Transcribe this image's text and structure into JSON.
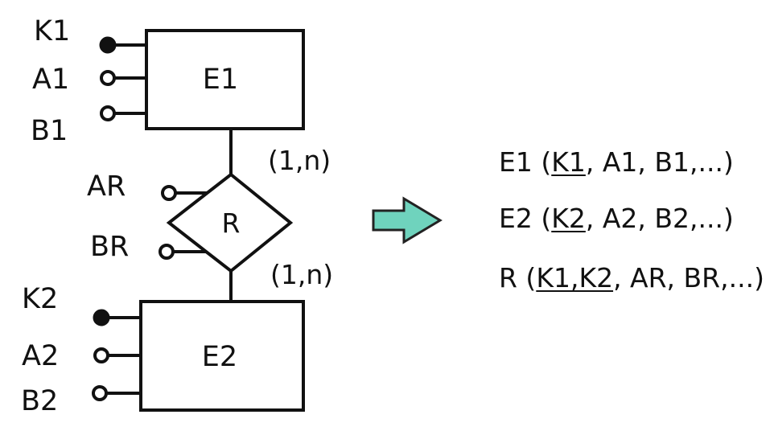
{
  "diagram": {
    "entities": [
      {
        "name": "E1",
        "attributes": [
          {
            "label": "K1",
            "key": true
          },
          {
            "label": "A1",
            "key": false
          },
          {
            "label": "B1",
            "key": false
          }
        ]
      },
      {
        "name": "E2",
        "attributes": [
          {
            "label": "K2",
            "key": true
          },
          {
            "label": "A2",
            "key": false
          },
          {
            "label": "B2",
            "key": false
          }
        ]
      }
    ],
    "relationship": {
      "name": "R",
      "attributes": [
        {
          "label": "AR",
          "key": false
        },
        {
          "label": "BR",
          "key": false
        }
      ],
      "cardinality_e1": "(1,n)",
      "cardinality_e2": "(1,n)"
    },
    "arrow_color": "#6fd3bd",
    "stroke_color": "#111111"
  },
  "relations": [
    {
      "name": "E1",
      "open": " (",
      "key": "K1",
      "rest": ", A1, B1,...)"
    },
    {
      "name": "E2",
      "open": " (",
      "key": "K2",
      "rest": ", A2, B2,...)"
    },
    {
      "name": "R",
      "open": " (",
      "key": "K1,K2",
      "rest": ", AR, BR,...)"
    }
  ]
}
